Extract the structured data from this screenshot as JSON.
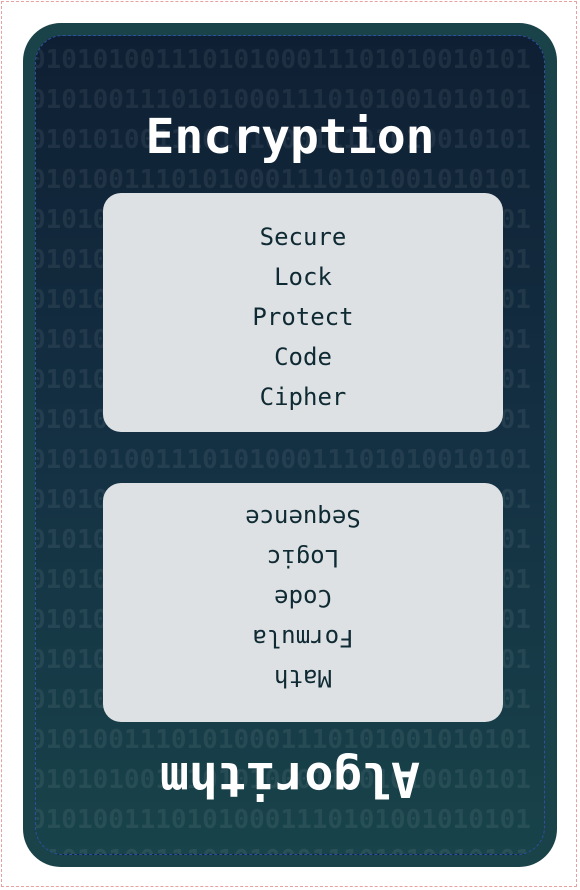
{
  "card": {
    "top_title": "Encryption",
    "top_words": [
      "Secure",
      "Lock",
      "Protect",
      "Code",
      "Cipher"
    ],
    "bottom_title": "Algorithm",
    "bottom_words": [
      "Math",
      "Formula",
      "Code",
      "Logic",
      "Sequence"
    ],
    "background_pattern": "01010100111010100011101010010101",
    "colors": {
      "frame": "#1a4249",
      "panel": "#dde1e4",
      "text_dark": "#0f2a33",
      "title": "#ffffff"
    }
  }
}
